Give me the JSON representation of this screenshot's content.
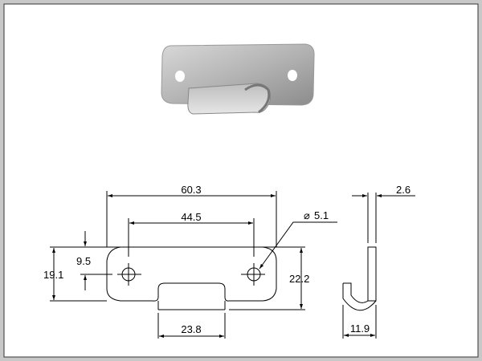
{
  "dimensions": {
    "overall_length": "60.3",
    "hole_spacing": "44.5",
    "hole_diameter": "5.1",
    "hole_offset": "9.5",
    "plate_height": "19.1",
    "total_height": "22.2",
    "tab_width": "23.8",
    "thickness": "2.6",
    "hook_depth": "11.9"
  },
  "symbols": {
    "diameter": "⌀"
  }
}
